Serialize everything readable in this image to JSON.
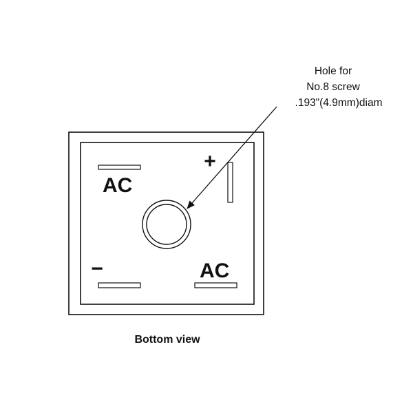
{
  "terminals": {
    "positive": "+",
    "negative": "−",
    "ac_top_left": "AC",
    "ac_bottom_right": "AC"
  },
  "hole_note": {
    "line1": "Hole for",
    "line2": "No.8 screw",
    "line3": ".193\"(4.9mm)diam"
  },
  "caption": "Bottom view",
  "colors": {
    "stroke": "#111111",
    "background": "#ffffff"
  }
}
